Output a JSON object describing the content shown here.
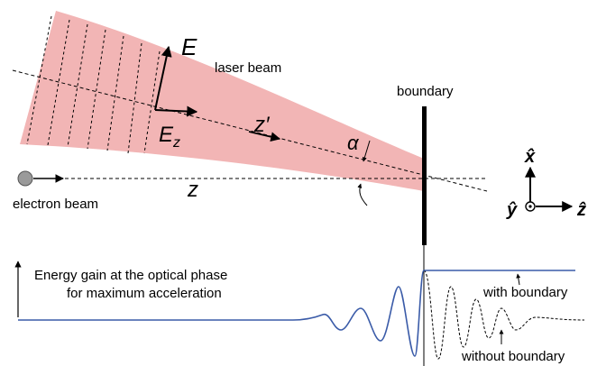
{
  "labels": {
    "laser_beam": "laser beam",
    "boundary": "boundary",
    "electron_beam": "electron beam",
    "field_E": "E",
    "field_Ez_main": "E",
    "field_Ez_sub": "z",
    "z_prime": "z′",
    "z_axis": "z",
    "alpha": "α",
    "energy_line1": "Energy gain at the optical phase",
    "energy_line2": "for maximum acceleration",
    "with_boundary": "with boundary",
    "without_boundary": "without boundary",
    "coord_x": "x̂",
    "coord_y": "ŷ",
    "coord_z": "ẑ"
  },
  "colors": {
    "laser_fill": "#f2b5b5",
    "boundary": "#000000",
    "energy_curve": "#3a5ba8",
    "without_boundary_curve": "#000000",
    "electron": "#9a9a9a"
  }
}
